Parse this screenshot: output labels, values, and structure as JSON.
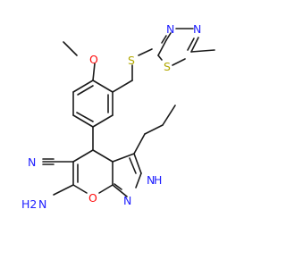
{
  "molecule": {
    "atom_labels": {
      "methoxy_oxygen": "O",
      "thioether_sulfur": "S",
      "thiadiazole_sulfur": "S",
      "thiadiazole_n1": "N",
      "thiadiazole_n2": "N",
      "nitrile_nitrogen": "N",
      "amine_n": "N",
      "amine_h2": "H2",
      "pyran_oxygen": "O",
      "pyrazole_n": "N",
      "pyrazole_nh": "N",
      "pyrazole_h": "H"
    },
    "colors": {
      "bond": "#1a1a1a",
      "oxygen": "#ff0d0d",
      "sulfur": "#b2a800",
      "nitrogen": "#2020ff"
    }
  }
}
